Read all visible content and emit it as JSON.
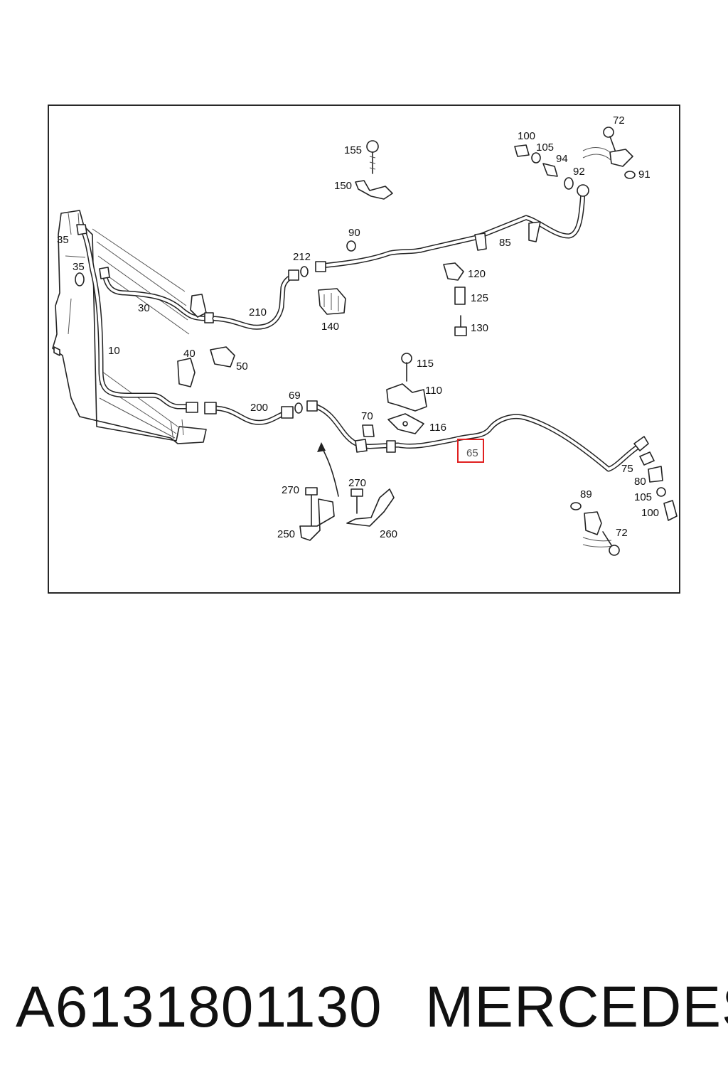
{
  "labels": {
    "l155": "155",
    "l150": "150",
    "l100a": "100",
    "l105a": "105",
    "l94": "94",
    "l72a": "72",
    "l92": "92",
    "l91": "91",
    "l35a": "35",
    "l35b": "35",
    "l90": "90",
    "l212": "212",
    "l85": "85",
    "l120": "120",
    "l125": "125",
    "l130": "130",
    "l30": "30",
    "l210": "210",
    "l140": "140",
    "l10": "10",
    "l40": "40",
    "l50": "50",
    "l115": "115",
    "l110": "110",
    "l69": "69",
    "l200": "200",
    "l70": "70",
    "l116": "116",
    "l65": "65",
    "l75": "75",
    "l80": "80",
    "l89": "89",
    "l105b": "105",
    "l100b": "100",
    "l72b": "72",
    "l270a": "270",
    "l270b": "270",
    "l250": "250",
    "l260": "260"
  },
  "highlight_color": "#e02020",
  "caption": {
    "part_number": "A6131801130",
    "brand": "MERCEDES"
  }
}
